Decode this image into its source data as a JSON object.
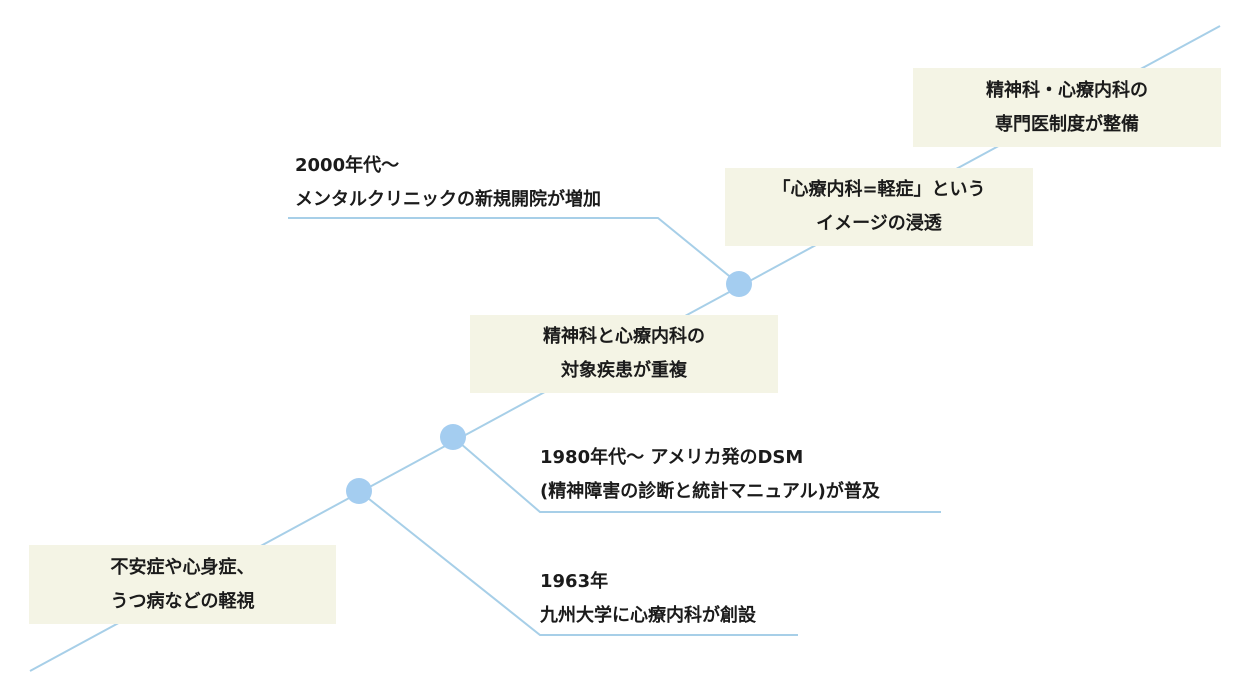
{
  "colors": {
    "line": "#a7cfe8",
    "node": "#a4cdf0",
    "box_background": "#f4f4e5",
    "text": "#1b1b1b"
  },
  "boxes": {
    "neglect": {
      "line1": "不安症や心身症、",
      "line2": "うつ病などの軽視"
    },
    "overlap": {
      "line1": "精神科と心療内科の",
      "line2": "対象疾患が重複"
    },
    "image": {
      "line1": "「心療内科=軽症」という",
      "line2": "イメージの浸透"
    },
    "specialist": {
      "line1": "精神科・心療内科の",
      "line2": "専門医制度が整備"
    }
  },
  "events": {
    "e1963": {
      "line1": "1963年",
      "line2": "九州大学に心療内科が創設"
    },
    "e1980": {
      "line1": "1980年代〜 アメリカ発のDSM",
      "line2": "(精神障害の診断と統計マニュアル)が普及"
    },
    "e2000": {
      "line1": "2000年代〜",
      "line2": "メンタルクリニックの新規開院が増加"
    }
  }
}
